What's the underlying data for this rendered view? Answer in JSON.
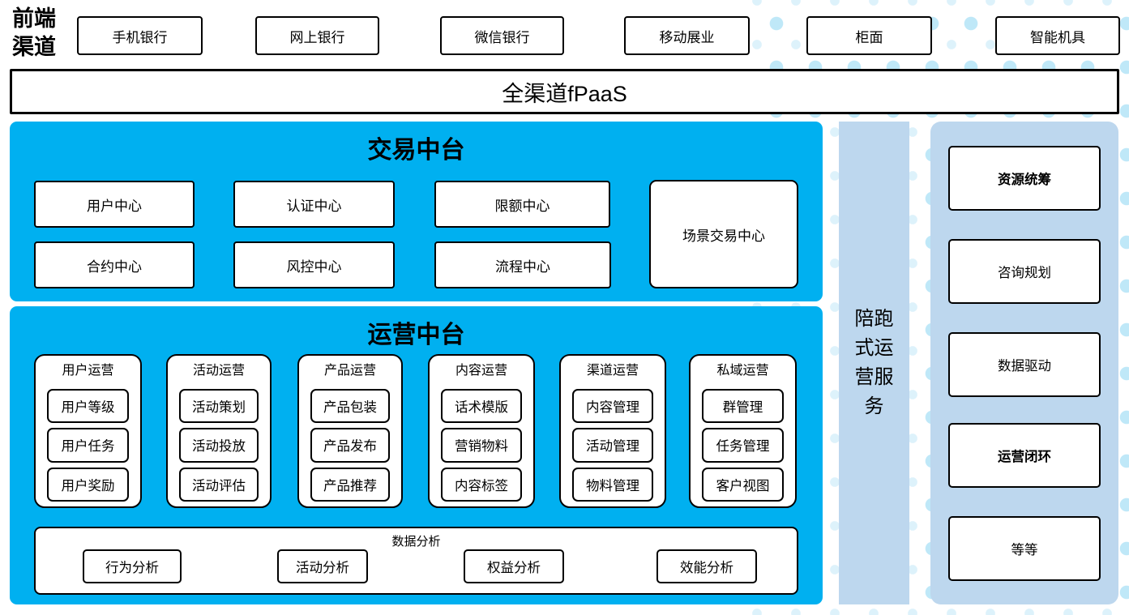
{
  "front_channels": {
    "label": "前端渠道",
    "items": [
      {
        "label": "手机银行"
      },
      {
        "label": "网上银行"
      },
      {
        "label": "微信银行"
      },
      {
        "label": "移动展业"
      },
      {
        "label": "柜面"
      },
      {
        "label": "智能机具"
      }
    ]
  },
  "fpaas": {
    "label": "全渠道fPaaS"
  },
  "transaction": {
    "title": "交易中台",
    "row1": [
      "用户中心",
      "认证中心",
      "限额中心"
    ],
    "row2": [
      "合约中心",
      "风控中心",
      "流程中心"
    ],
    "scene_center": "场景交易中心"
  },
  "operations": {
    "title": "运营中台",
    "groups": [
      {
        "title": "用户运营",
        "items": [
          "用户等级",
          "用户任务",
          "用户奖励"
        ]
      },
      {
        "title": "活动运营",
        "items": [
          "活动策划",
          "活动投放",
          "活动评估"
        ]
      },
      {
        "title": "产品运营",
        "items": [
          "产品包装",
          "产品发布",
          "产品推荐"
        ]
      },
      {
        "title": "内容运营",
        "items": [
          "话术模版",
          "营销物料",
          "内容标签"
        ]
      },
      {
        "title": "渠道运营",
        "items": [
          "内容管理",
          "活动管理",
          "物料管理"
        ]
      },
      {
        "title": "私域运营",
        "items": [
          "群管理",
          "任务管理",
          "客户视图"
        ]
      }
    ],
    "analysis": {
      "title": "数据分析",
      "items": [
        "行为分析",
        "活动分析",
        "权益分析",
        "效能分析"
      ]
    }
  },
  "companion_bar": {
    "label": "陪跑式运营服务"
  },
  "right_panel": {
    "items": [
      {
        "label": "资源统筹"
      },
      {
        "label": "咨询规划"
      },
      {
        "label": "数据驱动"
      },
      {
        "label": "运营闭环"
      },
      {
        "label": "等等"
      }
    ]
  },
  "colors": {
    "bright_blue": "#00b0f0",
    "light_blue": "#bdd7ee",
    "dot_blue_light": "#ddf2fb",
    "dot_blue_medium": "#bfe8f8",
    "border": "#000000"
  }
}
